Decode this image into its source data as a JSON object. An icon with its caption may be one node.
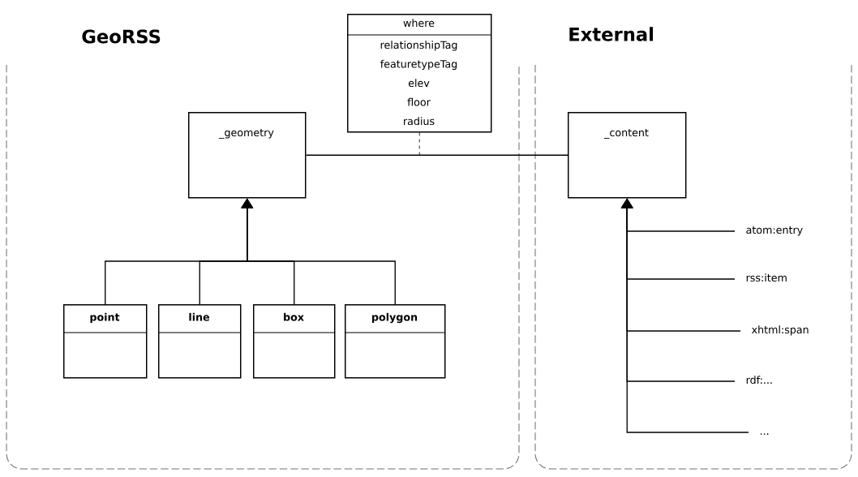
{
  "diagram": {
    "nodes": [
      {
        "text": [
          "GeoRSS"
        ]
      },
      {
        "text": [
          "External"
        ]
      },
      {
        "text": [
          "where",
          "relationshipTag",
          "featuretypeTag",
          "elev",
          "floor",
          "radius"
        ]
      },
      {
        "text": [
          "_geometry"
        ],
        "in": 0
      },
      {
        "text": [
          "point"
        ],
        "in": 0
      },
      {
        "text": [
          "line"
        ],
        "in": 0
      },
      {
        "text": [
          "box"
        ],
        "in": 0
      },
      {
        "text": [
          "polygon"
        ],
        "in": 0
      },
      {
        "text": [
          "_content"
        ],
        "in": 1
      },
      {
        "text": [
          "atom:entry"
        ],
        "in": 1
      },
      {
        "text": [
          "rss:item"
        ],
        "in": 1
      },
      {
        "text": [
          "xhtml:span"
        ],
        "in": 1
      },
      {
        "text": [
          "rdf:..."
        ],
        "in": 1
      },
      {
        "text": [
          "..."
        ],
        "in": 1
      }
    ],
    "edges": [
      {
        "from": 4,
        "to": 3,
        "arrow": "to"
      },
      {
        "from": 5,
        "to": 3,
        "arrow": "to"
      },
      {
        "from": 6,
        "to": 3,
        "arrow": "to"
      },
      {
        "from": 7,
        "to": 3,
        "arrow": "to"
      },
      {
        "from": 3,
        "to": 8,
        "arrow": "none"
      },
      {
        "from": 2,
        "to": null,
        "arrow": "none",
        "style": "dashed"
      },
      {
        "from": 9,
        "to": 8,
        "arrow": "to"
      },
      {
        "from": 10,
        "to": 8,
        "arrow": "to"
      },
      {
        "from": 11,
        "to": 8,
        "arrow": "to"
      },
      {
        "from": 12,
        "to": 8,
        "arrow": "to"
      },
      {
        "from": 13,
        "to": 8,
        "arrow": "to"
      }
    ]
  }
}
